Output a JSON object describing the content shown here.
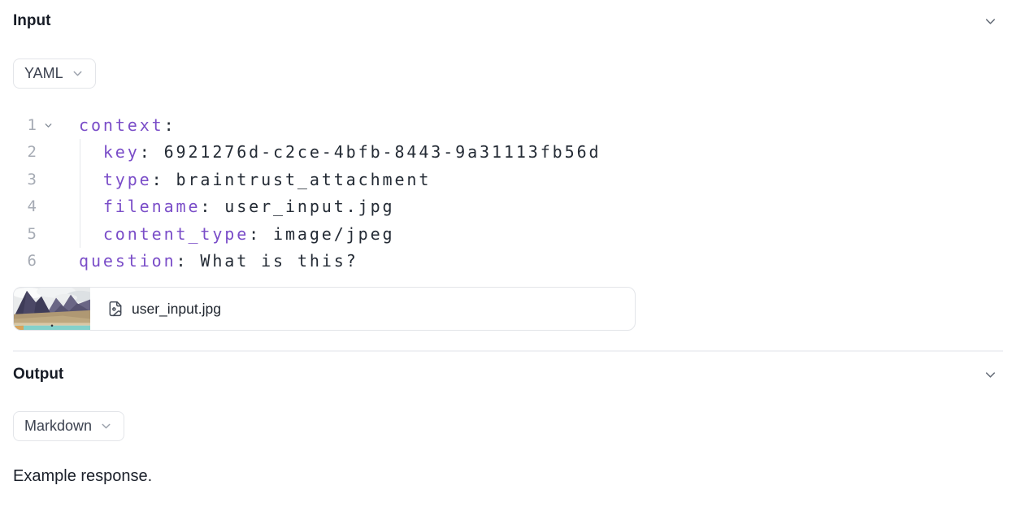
{
  "input_section": {
    "title": "Input",
    "collapse_icon": "chevron-down",
    "format_selector": {
      "label": "YAML",
      "icon": "chevron-down"
    },
    "code_editor": {
      "language": "yaml",
      "lines": [
        {
          "number": "1",
          "foldable": true,
          "indent": 0,
          "tokens": [
            {
              "type": "key",
              "text": "context"
            },
            {
              "type": "plain",
              "text": ":"
            }
          ]
        },
        {
          "number": "2",
          "foldable": false,
          "indent": 2,
          "tokens": [
            {
              "type": "key",
              "text": "key"
            },
            {
              "type": "plain",
              "text": ": 6921276d-c2ce-4bfb-8443-9a31113fb56d"
            }
          ]
        },
        {
          "number": "3",
          "foldable": false,
          "indent": 2,
          "tokens": [
            {
              "type": "key",
              "text": "type"
            },
            {
              "type": "plain",
              "text": ": braintrust_attachment"
            }
          ]
        },
        {
          "number": "4",
          "foldable": false,
          "indent": 2,
          "tokens": [
            {
              "type": "key",
              "text": "filename"
            },
            {
              "type": "plain",
              "text": ": user_input.jpg"
            }
          ]
        },
        {
          "number": "5",
          "foldable": false,
          "indent": 2,
          "tokens": [
            {
              "type": "key",
              "text": "content_type"
            },
            {
              "type": "plain",
              "text": ": image/jpeg"
            }
          ]
        },
        {
          "number": "6",
          "foldable": false,
          "indent": 0,
          "tokens": [
            {
              "type": "key",
              "text": "question"
            },
            {
              "type": "plain",
              "text": ": What is this?"
            }
          ]
        }
      ]
    },
    "attachment": {
      "filename": "user_input.jpg",
      "thumbnail": "mountain-lake-landscape-photo",
      "file_icon": "file-image"
    }
  },
  "output_section": {
    "title": "Output",
    "collapse_icon": "chevron-down",
    "format_selector": {
      "label": "Markdown",
      "icon": "chevron-down"
    },
    "response_text": "Example response."
  },
  "colors": {
    "yaml_key": "#7a4dc8",
    "code_text": "#242b35",
    "line_number": "#a6abb4",
    "heading_text": "#171c26",
    "button_border": "#e3e5e9",
    "divider": "#f0f1f4"
  }
}
